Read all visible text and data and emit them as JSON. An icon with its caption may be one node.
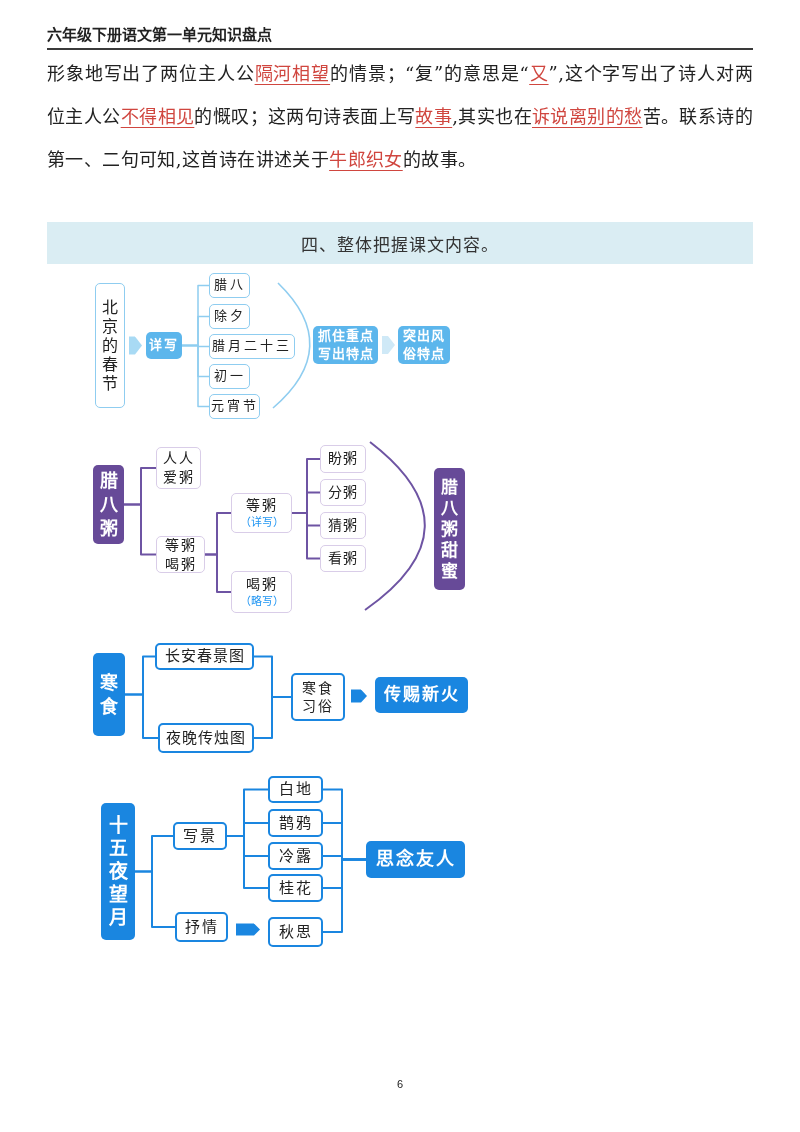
{
  "diagram": {
    "title": "四、整体把握课文内容。",
    "nodes": [
      {
        "text": [
          "北京的春节"
        ]
      },
      {
        "text": [
          "详写"
        ]
      },
      {
        "text": [
          "腊八"
        ]
      },
      {
        "text": [
          "除夕"
        ]
      },
      {
        "text": [
          "腊月二十三"
        ]
      },
      {
        "text": [
          "初一"
        ]
      },
      {
        "text": [
          "元宵节"
        ]
      },
      {
        "text": [
          "抓住重点写出特点"
        ]
      },
      {
        "text": [
          "突出风俗特点"
        ]
      },
      {
        "text": [
          "腊八粥"
        ]
      },
      {
        "text": [
          "人人爱粥"
        ]
      },
      {
        "text": [
          "等粥喝粥"
        ]
      },
      {
        "text": [
          "等粥",
          "（详写）"
        ]
      },
      {
        "text": [
          "喝粥",
          "（略写）"
        ]
      },
      {
        "text": [
          "盼粥"
        ]
      },
      {
        "text": [
          "分粥"
        ]
      },
      {
        "text": [
          "猜粥"
        ]
      },
      {
        "text": [
          "看粥"
        ]
      },
      {
        "text": [
          "腊八粥甜蜜"
        ]
      },
      {
        "text": [
          "寒食"
        ]
      },
      {
        "text": [
          "长安春景图"
        ]
      },
      {
        "text": [
          "夜晚传烛图"
        ]
      },
      {
        "text": [
          "寒食习俗"
        ]
      },
      {
        "text": [
          "传赐新火"
        ]
      },
      {
        "text": [
          "十五夜望月"
        ]
      },
      {
        "text": [
          "写景"
        ]
      },
      {
        "text": [
          "抒情"
        ]
      },
      {
        "text": [
          "白地"
        ]
      },
      {
        "text": [
          "鹊鸦"
        ]
      },
      {
        "text": [
          "冷露"
        ]
      },
      {
        "text": [
          "桂花"
        ]
      },
      {
        "text": [
          "秋思"
        ]
      },
      {
        "text": [
          "思念友人"
        ]
      }
    ],
    "edges": [
      {
        "from": 0,
        "to": 1,
        "arrow": "to",
        "style": "thick",
        "color": "#a8daf4"
      },
      {
        "from": 1,
        "to": 2,
        "arrow": "none",
        "color": "#8fcdf0"
      },
      {
        "from": 1,
        "to": 3,
        "arrow": "none",
        "color": "#8fcdf0"
      },
      {
        "from": 1,
        "to": 4,
        "arrow": "none",
        "color": "#8fcdf0"
      },
      {
        "from": 1,
        "to": 5,
        "arrow": "none",
        "color": "#8fcdf0"
      },
      {
        "from": 1,
        "to": 6,
        "arrow": "none",
        "color": "#8fcdf0"
      },
      {
        "from": 7,
        "to": 8,
        "arrow": "to",
        "style": "thick",
        "color": "#cfe9f7"
      },
      {
        "from": 9,
        "to": 10,
        "arrow": "none",
        "color": "#6e54a3"
      },
      {
        "from": 9,
        "to": 11,
        "arrow": "none",
        "color": "#6e54a3"
      },
      {
        "from": 11,
        "to": 12,
        "arrow": "none",
        "color": "#6e54a3"
      },
      {
        "from": 11,
        "to": 13,
        "arrow": "none",
        "color": "#6e54a3"
      },
      {
        "from": 12,
        "to": 14,
        "arrow": "none",
        "color": "#6e54a3"
      },
      {
        "from": 12,
        "to": 15,
        "arrow": "none",
        "color": "#6e54a3"
      },
      {
        "from": 12,
        "to": 16,
        "arrow": "none",
        "color": "#6e54a3"
      },
      {
        "from": 12,
        "to": 17,
        "arrow": "none",
        "color": "#6e54a3"
      },
      {
        "from": 19,
        "to": 20,
        "arrow": "none"
      },
      {
        "from": 19,
        "to": 21,
        "arrow": "none"
      },
      {
        "from": 20,
        "to": 22,
        "arrow": "none"
      },
      {
        "from": 21,
        "to": 22,
        "arrow": "none"
      },
      {
        "from": 22,
        "to": 23,
        "arrow": "to",
        "style": "thick"
      },
      {
        "from": 24,
        "to": 25,
        "arrow": "none"
      },
      {
        "from": 24,
        "to": 26,
        "arrow": "none"
      },
      {
        "from": 25,
        "to": 27,
        "arrow": "none"
      },
      {
        "from": 25,
        "to": 28,
        "arrow": "none"
      },
      {
        "from": 25,
        "to": 29,
        "arrow": "none"
      },
      {
        "from": 25,
        "to": 30,
        "arrow": "none"
      },
      {
        "from": 26,
        "to": 31,
        "arrow": "to",
        "style": "thick"
      },
      {
        "from": 27,
        "to": 32,
        "arrow": "none"
      },
      {
        "from": 28,
        "to": 32,
        "arrow": "none"
      },
      {
        "from": 29,
        "to": 32,
        "arrow": "none"
      },
      {
        "from": 30,
        "to": 32,
        "arrow": "none"
      },
      {
        "from": 31,
        "to": 32,
        "arrow": "none"
      }
    ],
    "labels": [
      "六年级下册语文第一单元知识盘点",
      "形象地写出了两位主人公隔河相望的情景；“复”的意思是“又”,这个字写出了诗人对两位主人公不得相见的慨叹；这两句诗表面上写故事,其实也在诉说离别的愁苦。联系诗的第一、二句可知,这首诗在讲述关于牛郎织女的故事。",
      "6"
    ]
  }
}
